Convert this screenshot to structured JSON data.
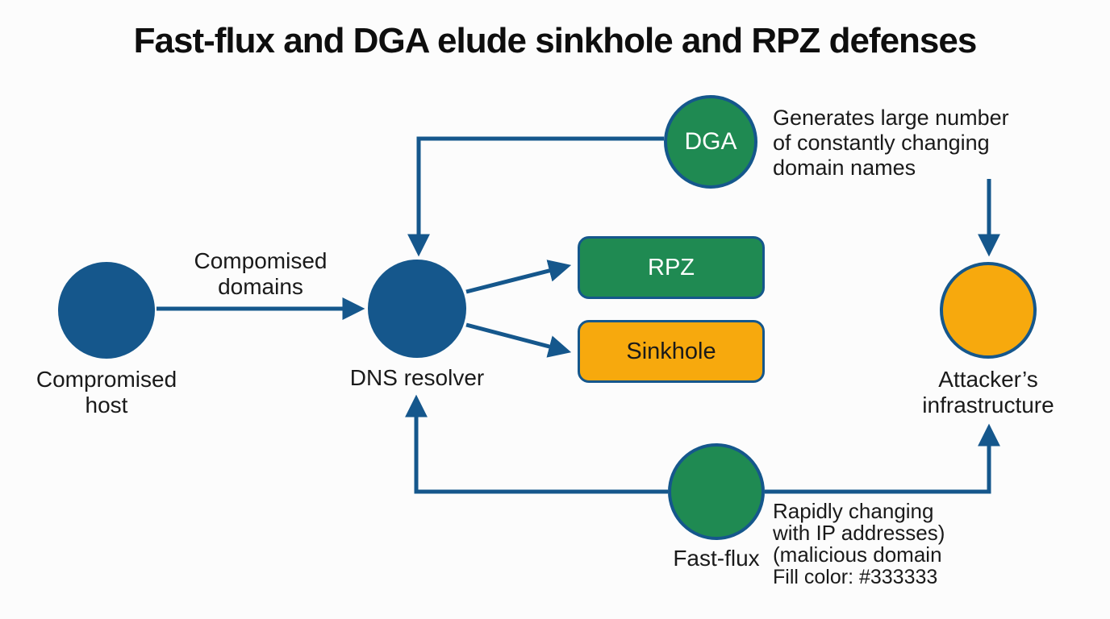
{
  "title": "Fast-flux and DGA elude sinkhole and RPZ defenses",
  "colors": {
    "blue": "#15578C",
    "green": "#1F8A52",
    "orange": "#F7A90D",
    "text": "#1A1A1A",
    "background": "#FCFCFC",
    "white_text": "#FFFFFF"
  },
  "nodes": {
    "dga": {
      "label": "DGA"
    },
    "compromised_host": {
      "label": "Compromised\nhost"
    },
    "dns_resolver": {
      "label": "DNS resolver"
    },
    "rpz": {
      "label": "RPZ"
    },
    "sinkhole": {
      "label": "Sinkhole"
    },
    "attacker_infrastructure": {
      "label": "Attacker’s\ninfrastructure"
    },
    "fast_flux": {
      "label": "Fast-flux"
    }
  },
  "edge_labels": {
    "compromised_domains": "Compomised\ndomains"
  },
  "annotations": {
    "dga_note": "Generates large number\nof constantly changing\ndomain names",
    "fast_flux_note": "Rapidly changing\nwith IP addresses)\n(malicious domain",
    "fill_color_note": "Fill color: #333333"
  }
}
